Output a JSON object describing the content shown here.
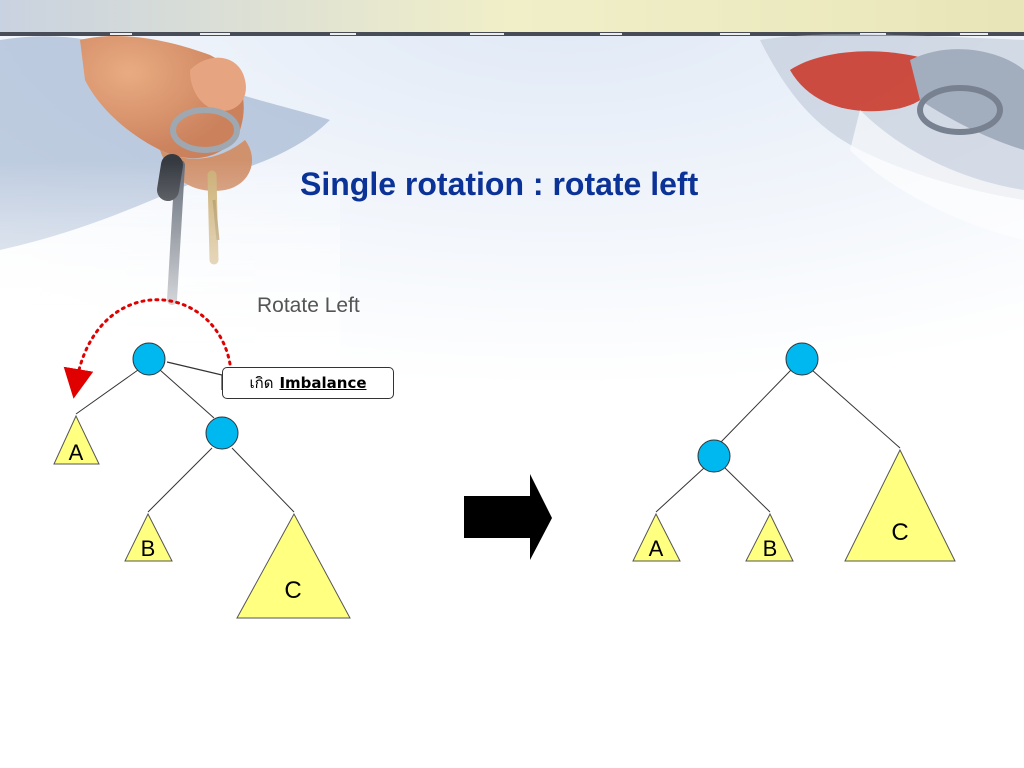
{
  "slide": {
    "title": "Single rotation : rotate left",
    "operation_label": "Rotate Left",
    "callout": {
      "prefix": "เกิด",
      "keyword": "Imbalance"
    }
  },
  "before_tree": {
    "root": "node",
    "left_subtree": "A",
    "right_child": "node",
    "right_child_left_subtree": "B",
    "right_child_right_subtree": "C"
  },
  "after_tree": {
    "root": "node",
    "left_child": "node",
    "left_child_left_subtree": "A",
    "left_child_right_subtree": "B",
    "right_subtree": "C"
  },
  "colors": {
    "title": "#0b3296",
    "node_fill": "#00b8f0",
    "subtree_fill": "#ffff80",
    "rotation_arrow": "#e00000",
    "transition_arrow": "#000000"
  },
  "icons": [
    "dotted-curved-rotation-arrow-icon",
    "right-block-arrow-icon"
  ]
}
